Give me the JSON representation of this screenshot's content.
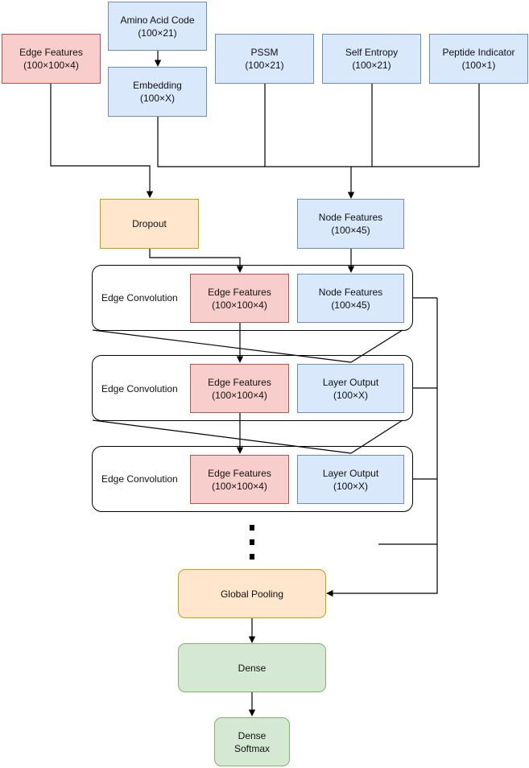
{
  "inputs": {
    "edge_features": {
      "title": "Edge Features",
      "dims": "(100×100×4)"
    },
    "amino_acid_code": {
      "title": "Amino Acid Code",
      "dims": "(100×21)"
    },
    "embedding": {
      "title": "Embedding",
      "dims": "(100×X)"
    },
    "pssm": {
      "title": "PSSM",
      "dims": "(100×21)"
    },
    "self_entropy": {
      "title": "Self Entropy",
      "dims": "(100×21)"
    },
    "peptide_indicator": {
      "title": "Peptide Indicator",
      "dims": "(100×1)"
    }
  },
  "dropout": {
    "title": "Dropout"
  },
  "node_features": {
    "title": "Node Features",
    "dims": "(100×45)"
  },
  "conv_layers": [
    {
      "label": "Edge Convolution",
      "edge": {
        "title": "Edge Features",
        "dims": "(100×100×4)"
      },
      "node": {
        "title": "Node Features",
        "dims": "(100×45)"
      }
    },
    {
      "label": "Edge Convolution",
      "edge": {
        "title": "Edge Features",
        "dims": "(100×100×4)"
      },
      "node": {
        "title": "Layer Output",
        "dims": "(100×X)"
      }
    },
    {
      "label": "Edge Convolution",
      "edge": {
        "title": "Edge Features",
        "dims": "(100×100×4)"
      },
      "node": {
        "title": "Layer Output",
        "dims": "(100×X)"
      }
    }
  ],
  "global_pooling": {
    "title": "Global Pooling"
  },
  "dense": {
    "title": "Dense"
  },
  "output": {
    "line1": "Dense",
    "line2": "Softmax"
  },
  "colors": {
    "blue_fill": "#dae8fc",
    "blue_stroke": "#6c8ebf",
    "red_fill": "#f8cecc",
    "red_stroke": "#b85450",
    "orange_fill": "#ffe6cc",
    "orange_stroke": "#d79b00",
    "green_fill": "#d5e8d4",
    "green_stroke": "#82b366"
  }
}
